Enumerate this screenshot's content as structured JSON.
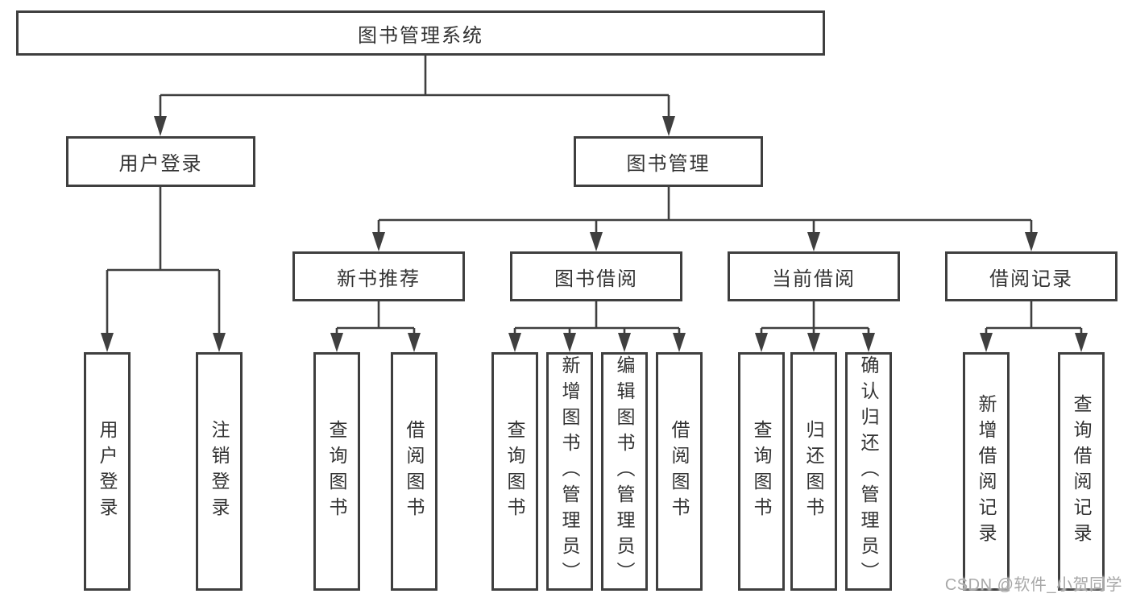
{
  "tree": {
    "root": "图书管理系统",
    "branches": [
      {
        "label": "用户登录",
        "leaves": [
          "用户登录",
          "注销登录"
        ]
      },
      {
        "label": "图书管理",
        "children": [
          {
            "label": "新书推荐",
            "leaves": [
              "查询图书",
              "借阅图书"
            ]
          },
          {
            "label": "图书借阅",
            "leaves": [
              "查询图书",
              "新增图书（管理员）",
              "编辑图书（管理员）",
              "借阅图书"
            ]
          },
          {
            "label": "当前借阅",
            "leaves": [
              "查询图书",
              "归还图书",
              "确认归还（管理员）"
            ]
          },
          {
            "label": "借阅记录",
            "leaves": [
              "新增借阅记录",
              "查询借阅记录"
            ]
          }
        ]
      }
    ]
  },
  "watermark": "CSDN @软件_小贺同学",
  "colors": {
    "line": "#3f3f3f",
    "box_border": "#3f3f3f",
    "text": "#333333",
    "background": "#ffffff",
    "watermark": "#a8a8a8"
  }
}
